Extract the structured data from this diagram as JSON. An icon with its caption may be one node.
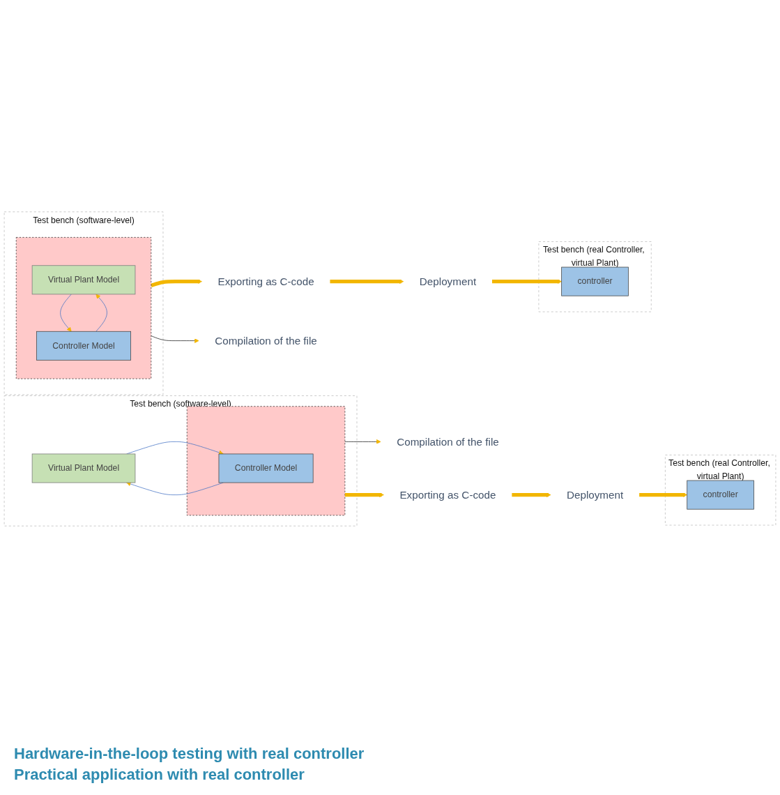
{
  "diagram": {
    "nodes": [
      {
        "text": [
          "Test bench (software-level)"
        ]
      },
      {
        "text": [],
        "shape": "box",
        "in": 0
      },
      {
        "text": [
          "Virtual Plant Model"
        ],
        "in": 1
      },
      {
        "text": [
          "Controller Model"
        ],
        "in": 1
      },
      {
        "text": [
          "Compilation of the file"
        ]
      },
      {
        "text": [
          "Exporting as C-code"
        ]
      },
      {
        "text": [
          "Deployment"
        ]
      },
      {
        "text": [
          "Test bench (real Controller, virtual Plant)"
        ]
      },
      {
        "text": [
          "controller"
        ],
        "in": 7
      },
      {
        "text": [
          "Test bench (software-level)"
        ]
      },
      {
        "text": [
          "Virtual Plant Model"
        ],
        "in": 9
      },
      {
        "text": [],
        "shape": "box",
        "in": 9
      },
      {
        "text": [
          "Controller Model"
        ],
        "in": 11
      },
      {
        "text": [
          "Compilation of the file"
        ]
      },
      {
        "text": [
          "Exporting as C-code"
        ]
      },
      {
        "text": [
          "Deployment"
        ]
      },
      {
        "text": [
          "Test bench (real Controller, virtual Plant)"
        ]
      },
      {
        "text": [
          "controller"
        ],
        "in": 16
      }
    ],
    "edges": [
      {
        "from": 2,
        "to": 3,
        "arrow": "to",
        "color": "#4472c4"
      },
      {
        "from": 3,
        "to": 2,
        "arrow": "to",
        "color": "#4472c4"
      },
      {
        "from": 1,
        "to": 4,
        "arrow": "to",
        "color": "#222222"
      },
      {
        "from": 1,
        "to": 5,
        "arrow": "to",
        "style": "thick"
      },
      {
        "from": 5,
        "to": 6,
        "arrow": "to",
        "style": "thick"
      },
      {
        "from": 6,
        "to": 8,
        "arrow": "to",
        "style": "thick"
      },
      {
        "from": 10,
        "to": 12,
        "arrow": "to",
        "color": "#4472c4"
      },
      {
        "from": 12,
        "to": 10,
        "arrow": "to",
        "color": "#4472c4"
      },
      {
        "from": 11,
        "to": 13,
        "arrow": "to",
        "color": "#222222"
      },
      {
        "from": 11,
        "to": 14,
        "arrow": "to",
        "style": "thick"
      },
      {
        "from": 14,
        "to": 15,
        "arrow": "to",
        "style": "thick"
      },
      {
        "from": 15,
        "to": 17,
        "arrow": "to",
        "style": "thick"
      }
    ],
    "labels": [
      "Hardware-in-the-loop testing with real controller",
      "Practical application with real controller"
    ]
  }
}
